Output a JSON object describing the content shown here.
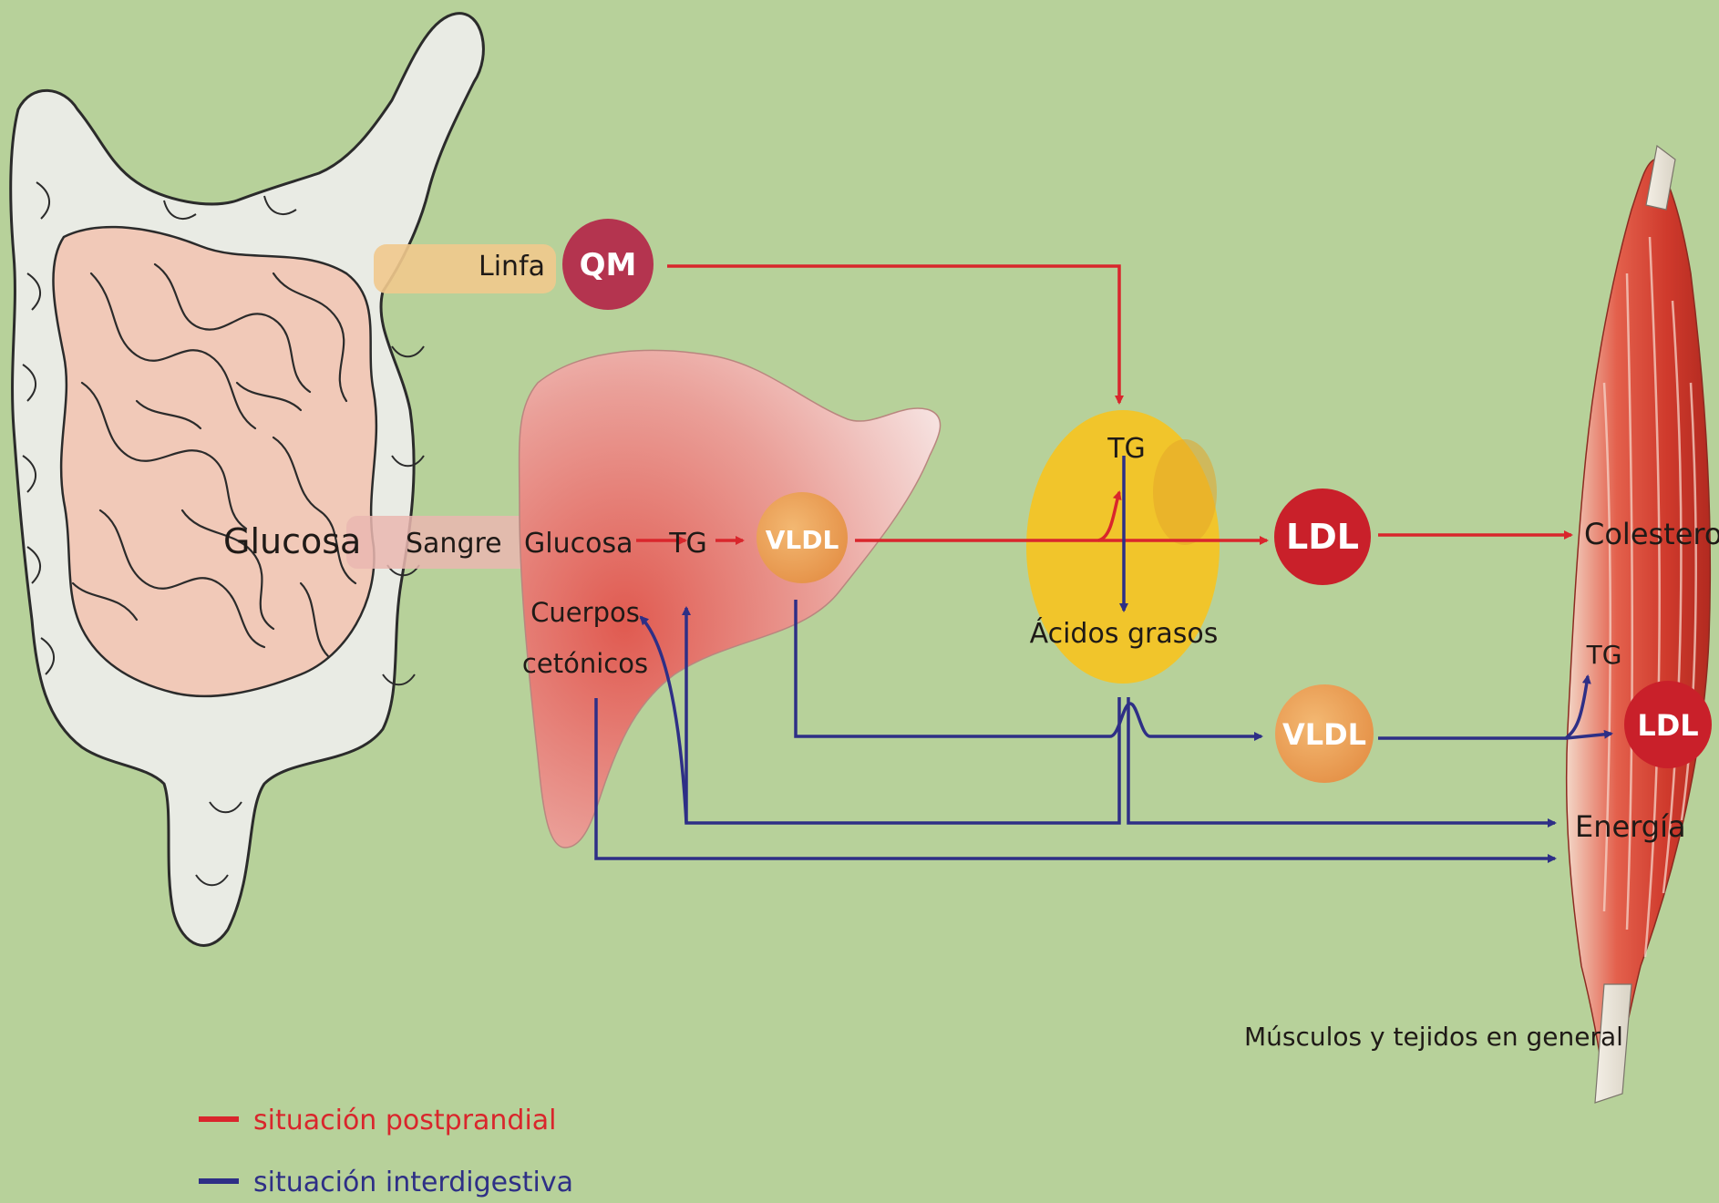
{
  "labels": {
    "linfa": "Linfa",
    "qm": "QM",
    "glucosa_intestine": "Glucosa",
    "sangre": "Sangre",
    "glucosa_liver": "Glucosa",
    "tg_liver": "TG",
    "vldl_liver": "VLDL",
    "cuerpos_line1": "Cuerpos",
    "cuerpos_line2": "cetónicos",
    "tg_adipose": "TG",
    "acidos_grasos": "Ácidos grasos",
    "ldl_main": "LDL",
    "vldl_lower": "VLDL",
    "colesterol": "Colesterol",
    "tg_muscle": "TG",
    "ldl_muscle": "LDL",
    "energia": "Energía",
    "musculos": "Músculos y tejidos en general"
  },
  "legend": {
    "postprandial": "situación postprandial",
    "interdigestiva": "situación interdigestiva"
  },
  "colors": {
    "background": "#b7d19a",
    "postprandial": "#d9262c",
    "interdigestiva": "#2e2f86",
    "qm_circle": "#b4344f",
    "vldl_circle": "#e9a155",
    "ldl_circle": "#c9202a",
    "adipose": "#f1c52b",
    "liver": "#e2736b",
    "intestine_inner": "#f1c9b8",
    "intestine_outer": "#e9ebe4"
  }
}
